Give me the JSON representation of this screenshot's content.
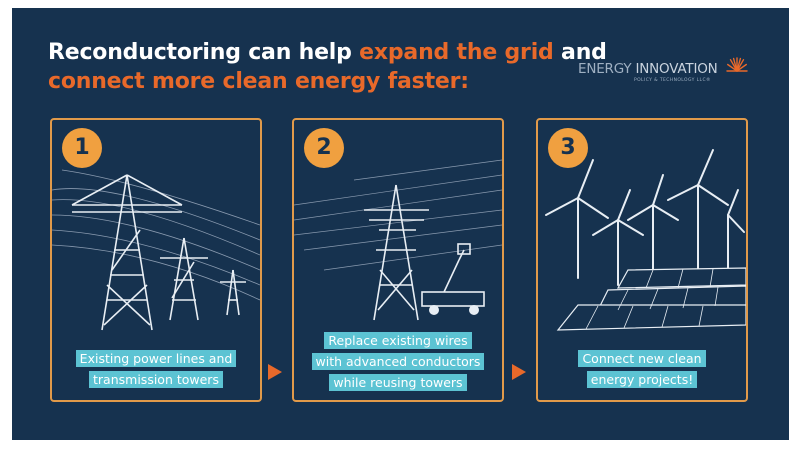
{
  "headline": {
    "line1_prefix": "Reconductoring can help ",
    "line1_highlight": "expand the grid",
    "line1_suffix": " and",
    "line2_highlight": "connect more clean energy faster:"
  },
  "logo": {
    "word_energy": "ENERGY ",
    "word_innovation": "INNOVATION",
    "subtitle": "POLICY & TECHNOLOGY LLC®",
    "icon": "sunburst-icon"
  },
  "steps": [
    {
      "number": "1",
      "caption_lines": [
        "Existing power lines and",
        "transmission towers"
      ],
      "illustration": "transmission-towers-icon"
    },
    {
      "number": "2",
      "caption_lines": [
        "Replace existing wires",
        "with advanced conductors",
        "while reusing towers"
      ],
      "illustration": "tower-bucket-truck-icon"
    },
    {
      "number": "3",
      "caption_lines": [
        "Connect new clean",
        "energy projects!"
      ],
      "illustration": "wind-solar-icon"
    }
  ],
  "colors": {
    "background": "#16324f",
    "accent_orange": "#e8692a",
    "box_border": "#e19a4a",
    "number_circle": "#f0a040",
    "caption_bg": "#5cc3d3"
  }
}
